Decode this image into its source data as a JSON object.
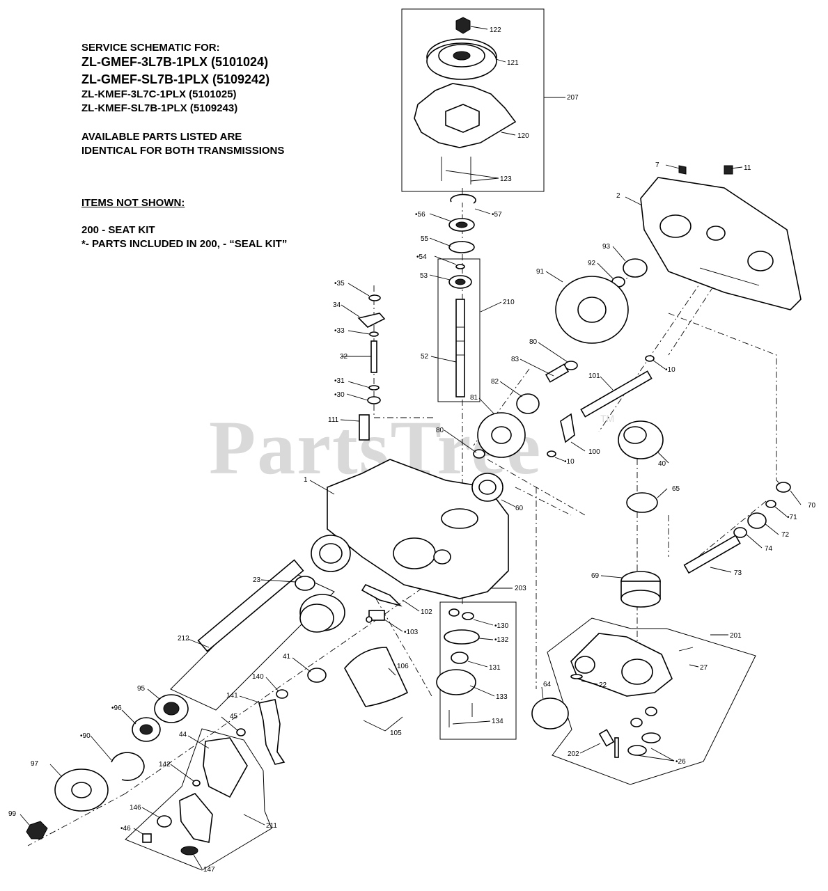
{
  "header": {
    "line1": "SERVICE SCHEMATIC FOR:",
    "line2": "ZL-GMEF-3L7B-1PLX (5101024)",
    "line3": "ZL-GMEF-SL7B-1PLX (5109242)",
    "line4": "ZL-KMEF-3L7C-1PLX (5101025)",
    "line5": "ZL-KMEF-SL7B-1PLX (5109243)",
    "note1": "AVAILABLE PARTS LISTED ARE",
    "note2": "IDENTICAL FOR BOTH TRANSMISSIONS",
    "not_shown_title": "ITEMS NOT SHOWN:",
    "not_shown_1": "200 - SEAT KIT",
    "not_shown_2": "*- PARTS INCLUDED IN 200, - “SEAL KIT”"
  },
  "watermark": {
    "text": "PartsTree",
    "tm": "TM"
  },
  "callouts": [
    "122",
    "121",
    "207",
    "120",
    "123",
    "7",
    "11",
    "2",
    "•57",
    "•56",
    "55",
    "•54",
    "53",
    "93",
    "92",
    "91",
    "•35",
    "34",
    "•33",
    "210",
    "32",
    "52",
    "80",
    "83",
    "•10",
    "101",
    "•31",
    "•30",
    "82",
    "111",
    "81",
    "80",
    "100",
    "•10",
    "40",
    "1",
    "60",
    "65",
    "70",
    "•71",
    "72",
    "74",
    "23",
    "69",
    "73",
    "203",
    "102",
    "•130",
    "•103",
    "212",
    "•132",
    "201",
    "41",
    "106",
    "131",
    "27",
    "140",
    "22",
    "64",
    "141",
    "133",
    "95",
    "45",
    "134",
    "105",
    "•96",
    "44",
    "202",
    "•90",
    "•26",
    "142",
    "97",
    "146",
    "211",
    "•46",
    "99",
    "147"
  ]
}
